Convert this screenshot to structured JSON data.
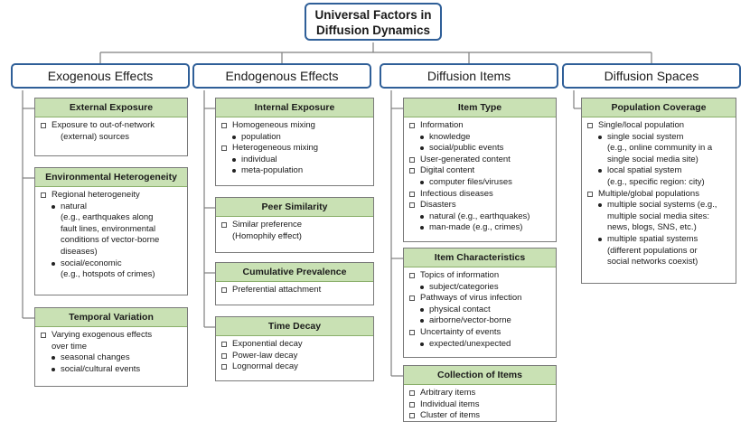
{
  "root": {
    "line1": "Universal Factors in",
    "line2": "Diffusion Dynamics"
  },
  "categories": [
    {
      "title": "Exogenous Effects",
      "panels": [
        {
          "title": "External Exposure",
          "items": [
            {
              "t": "b",
              "text": "Exposure to out-of-network"
            },
            {
              "t": "c",
              "text": "(external) sources"
            }
          ]
        },
        {
          "title": "Environmental Heterogeneity",
          "items": [
            {
              "t": "b",
              "text": "Regional heterogeneity"
            },
            {
              "t": "s",
              "text": "natural"
            },
            {
              "t": "c",
              "text": "(e.g., earthquakes along"
            },
            {
              "t": "c",
              "text": "fault lines, environmental"
            },
            {
              "t": "c",
              "text": "conditions of vector-borne"
            },
            {
              "t": "c",
              "text": "diseases)"
            },
            {
              "t": "s",
              "text": "social/economic"
            },
            {
              "t": "c",
              "text": "(e.g., hotspots of crimes)"
            }
          ]
        },
        {
          "title": "Temporal Variation",
          "items": [
            {
              "t": "b",
              "text": "Varying exogenous effects"
            },
            {
              "t": "r",
              "text": "over time"
            },
            {
              "t": "s",
              "text": "seasonal changes"
            },
            {
              "t": "s",
              "text": "social/cultural events"
            }
          ]
        }
      ]
    },
    {
      "title": "Endogenous Effects",
      "panels": [
        {
          "title": "Internal Exposure",
          "items": [
            {
              "t": "b",
              "text": "Homogeneous mixing"
            },
            {
              "t": "s",
              "text": "population"
            },
            {
              "t": "b",
              "text": "Heterogeneous mixing"
            },
            {
              "t": "s",
              "text": "individual"
            },
            {
              "t": "s",
              "text": "meta-population"
            }
          ]
        },
        {
          "title": "Peer Similarity",
          "items": [
            {
              "t": "b",
              "text": "Similar preference"
            },
            {
              "t": "r",
              "text": "(Homophily effect)"
            }
          ]
        },
        {
          "title": "Cumulative Prevalence",
          "items": [
            {
              "t": "b",
              "text": "Preferential attachment"
            }
          ]
        },
        {
          "title": "Time Decay",
          "items": [
            {
              "t": "b",
              "text": "Exponential decay"
            },
            {
              "t": "b",
              "text": "Power-law decay"
            },
            {
              "t": "b",
              "text": "Lognormal decay"
            }
          ]
        }
      ]
    },
    {
      "title": "Diffusion Items",
      "panels": [
        {
          "title": "Item Type",
          "items": [
            {
              "t": "b",
              "text": "Information"
            },
            {
              "t": "s",
              "text": "knowledge"
            },
            {
              "t": "s",
              "text": "social/public events"
            },
            {
              "t": "b",
              "text": "User-generated content"
            },
            {
              "t": "b",
              "text": "Digital content"
            },
            {
              "t": "s",
              "text": "computer files/viruses"
            },
            {
              "t": "b",
              "text": "Infectious diseases"
            },
            {
              "t": "b",
              "text": "Disasters"
            },
            {
              "t": "s",
              "text": "natural (e.g., earthquakes)"
            },
            {
              "t": "s",
              "text": "man-made (e.g., crimes)"
            }
          ]
        },
        {
          "title": "Item Characteristics",
          "items": [
            {
              "t": "b",
              "text": "Topics of information"
            },
            {
              "t": "s",
              "text": "subject/categories"
            },
            {
              "t": "b",
              "text": "Pathways of virus infection"
            },
            {
              "t": "s",
              "text": "physical contact"
            },
            {
              "t": "s",
              "text": "airborne/vector-borne"
            },
            {
              "t": "b",
              "text": "Uncertainty of events"
            },
            {
              "t": "s",
              "text": "expected/unexpected"
            }
          ]
        },
        {
          "title": "Collection of Items",
          "items": [
            {
              "t": "b",
              "text": "Arbitrary items"
            },
            {
              "t": "b",
              "text": "Individual items"
            },
            {
              "t": "b",
              "text": "Cluster of items"
            }
          ]
        }
      ]
    },
    {
      "title": "Diffusion Spaces",
      "panels": [
        {
          "title": "Population Coverage",
          "items": [
            {
              "t": "b",
              "text": "Single/local population"
            },
            {
              "t": "s",
              "text": "single social system"
            },
            {
              "t": "c",
              "text": "(e.g., online community in a"
            },
            {
              "t": "c",
              "text": "single social media site)"
            },
            {
              "t": "s",
              "text": "local spatial system"
            },
            {
              "t": "c",
              "text": "(e.g., specific region: city)"
            },
            {
              "t": "b",
              "text": "Multiple/global populations"
            },
            {
              "t": "s",
              "text": "multiple social systems (e.g.,"
            },
            {
              "t": "c",
              "text": "multiple social media sites:"
            },
            {
              "t": "c",
              "text": "news, blogs, SNS, etc.)"
            },
            {
              "t": "s",
              "text": "multiple spatial systems"
            },
            {
              "t": "c",
              "text": "(different populations or"
            },
            {
              "t": "c",
              "text": "social networks coexist)"
            }
          ]
        }
      ]
    }
  ]
}
